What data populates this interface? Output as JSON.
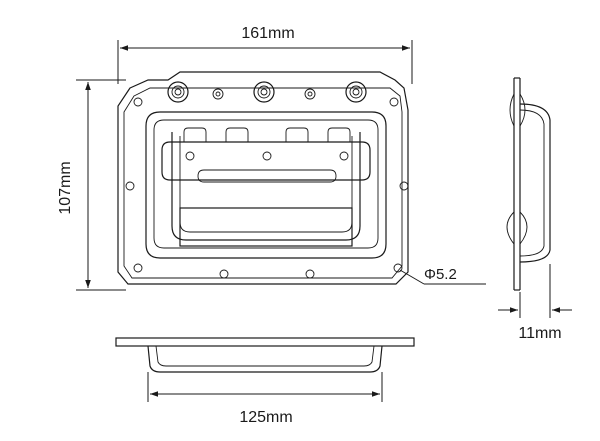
{
  "dimensions": {
    "width_label": "161mm",
    "height_label": "107mm",
    "bottom_label": "125mm",
    "depth_label": "11mm",
    "hole_label": "Φ5.2"
  }
}
